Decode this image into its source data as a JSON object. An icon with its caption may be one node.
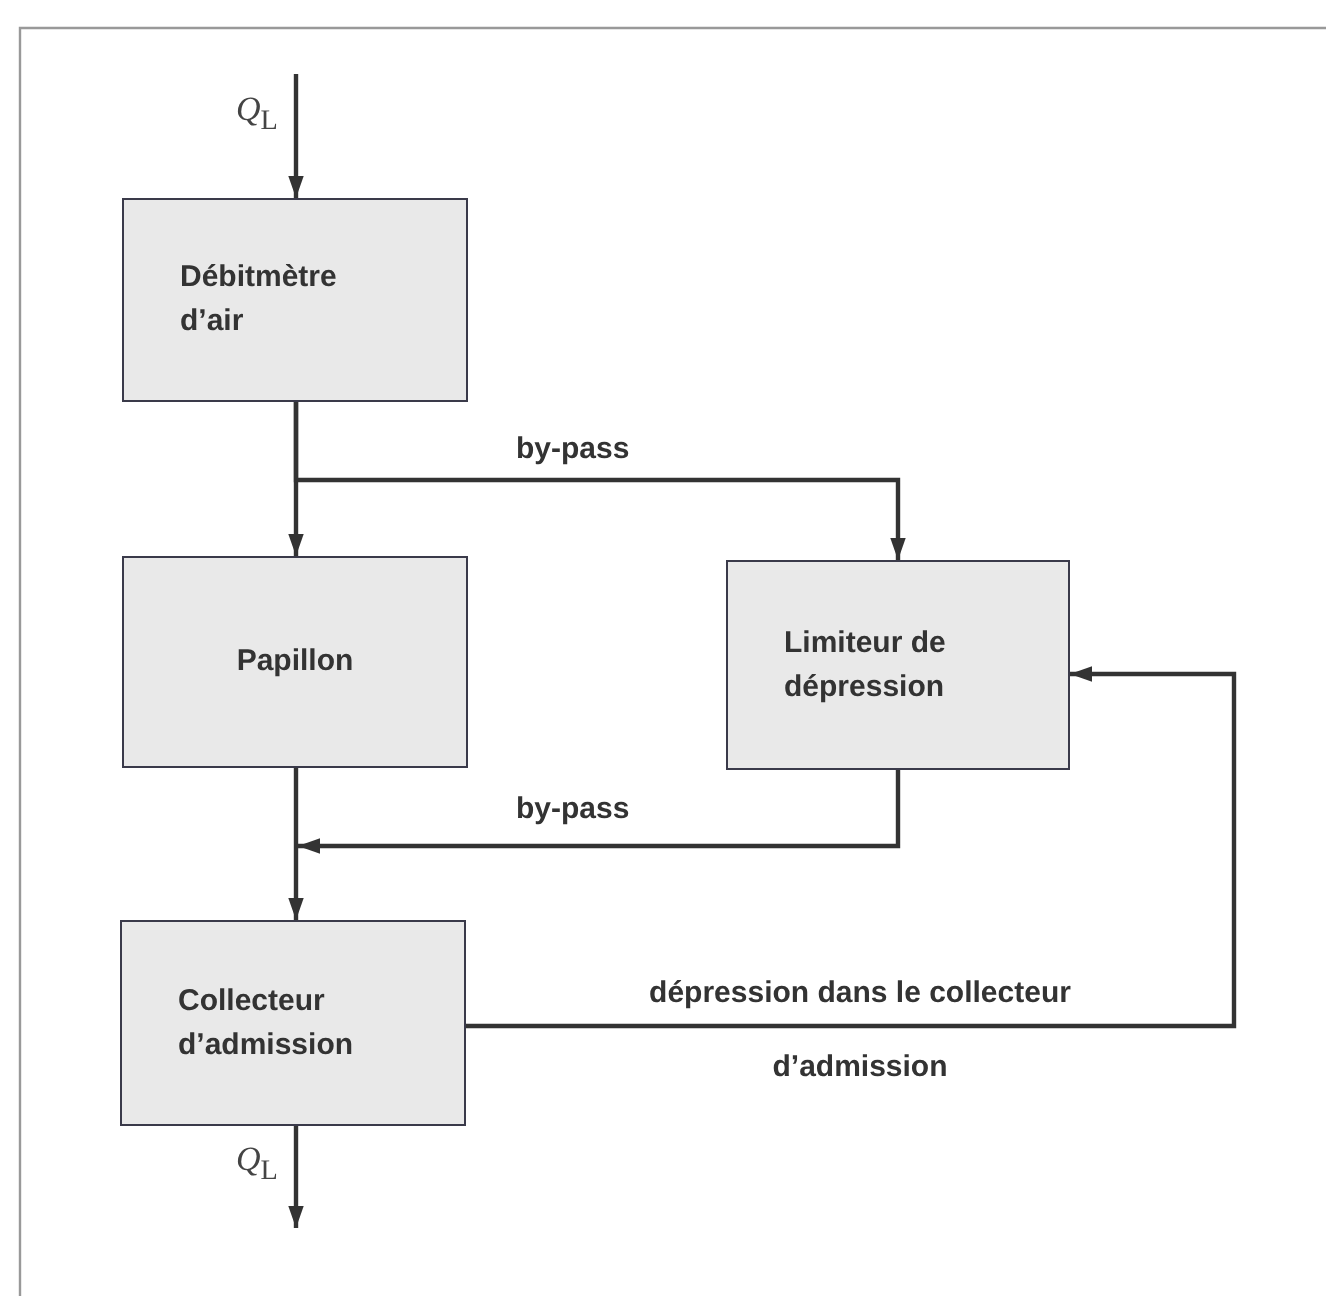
{
  "diagram": {
    "nodes": [
      {
        "text": [
          "Débitmètre d’air"
        ]
      },
      {
        "text": [
          "Papillon"
        ]
      },
      {
        "text": [
          "Limiteur de dépression"
        ]
      },
      {
        "text": [
          "Collecteur d’admission"
        ]
      }
    ],
    "edges": [
      {
        "from": null,
        "to": 0,
        "arrow": "to",
        "label": "*Q*$_{L}$"
      },
      {
        "from": 0,
        "to": 1,
        "arrow": "to"
      },
      {
        "from": 0,
        "to": 2,
        "arrow": "to",
        "label": "by-pass"
      },
      {
        "from": 1,
        "to": 3,
        "arrow": "to"
      },
      {
        "from": 2,
        "to": 3,
        "arrow": "to",
        "label": "by-pass"
      },
      {
        "from": 3,
        "to": 2,
        "arrow": "to",
        "label": "dépression dans le collecteur d’admission"
      },
      {
        "from": 3,
        "to": null,
        "arrow": "to",
        "label": "*Q*$_{L}$"
      }
    ]
  }
}
